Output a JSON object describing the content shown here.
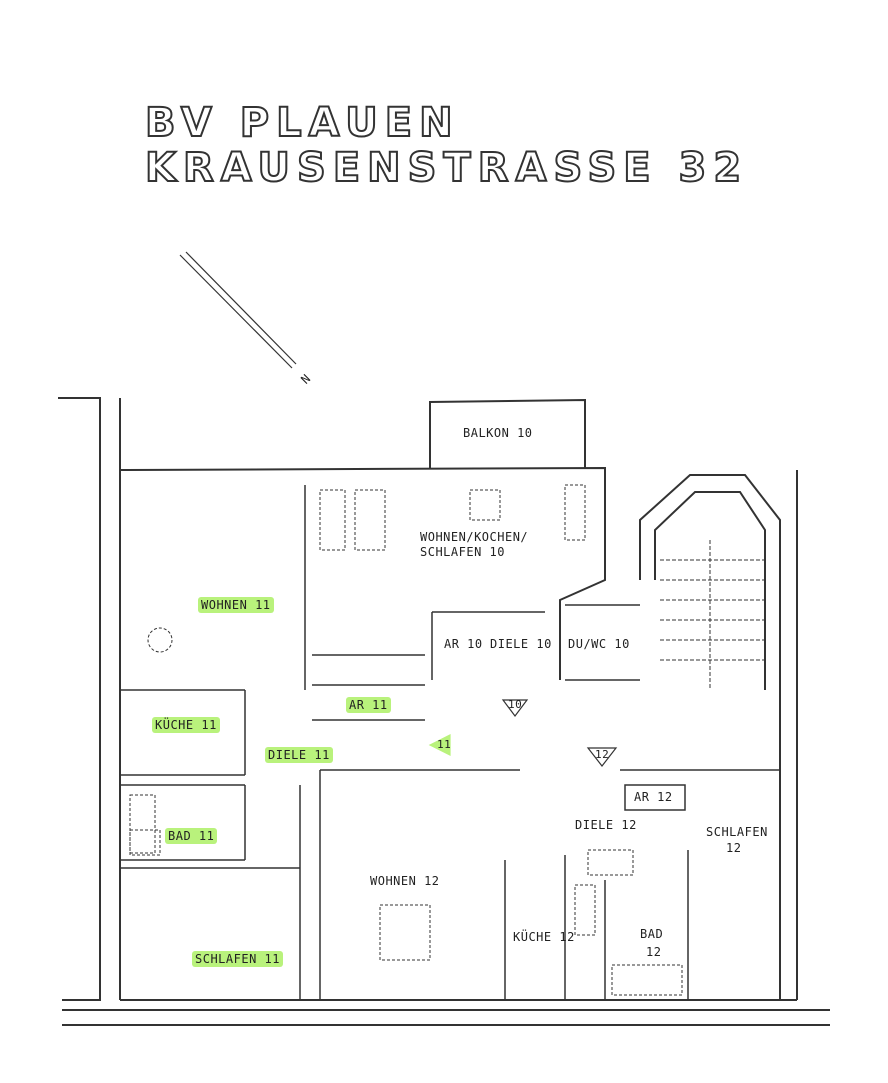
{
  "title": {
    "line1": "BV PLAUEN",
    "line2": "KRAUSENSTRASSE 32"
  },
  "north_label": "N",
  "highlight_color": "#b9f27c",
  "rooms": {
    "balkon_10": "BALKON 10",
    "wohnen_kochen_schlafen_10_line1": "WOHNEN/KOCHEN/",
    "wohnen_kochen_schlafen_10_line2": "SCHLAFEN 10",
    "ar_10": "AR 10",
    "diele_10": "DIELE 10",
    "du_wc_10": "DU/WC 10",
    "unit_10_marker": "10",
    "wohnen_11": "WOHNEN 11",
    "kueche_11": "KÜCHE 11",
    "ar_11": "AR 11",
    "diele_11": "DIELE 11",
    "unit_11_marker": "11",
    "bad_11": "BAD 11",
    "schlafen_11": "SCHLAFEN 11",
    "unit_12_marker": "12",
    "ar_12": "AR 12",
    "diele_12": "DIELE 12",
    "schlafen_12_line1": "SCHLAFEN",
    "schlafen_12_line2": "12",
    "wohnen_12": "WOHNEN 12",
    "kueche_12": "KÜCHE 12",
    "bad_12_line1": "BAD",
    "bad_12_line2": "12"
  }
}
